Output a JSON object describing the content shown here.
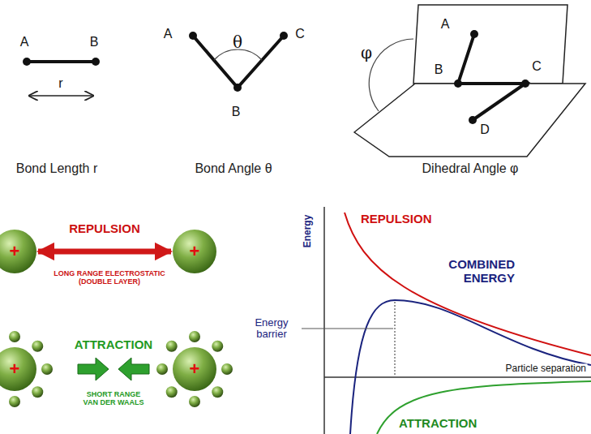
{
  "diagram": {
    "nodes": [
      {
        "text": [
          "+"
        ]
      },
      {
        "text": [
          "+"
        ]
      },
      {
        "text": [
          "+"
        ]
      },
      {
        "text": [
          "+"
        ]
      }
    ],
    "edges": [
      {
        "from": 0,
        "to": 1,
        "arrow": "both",
        "label": "REPULSION"
      }
    ],
    "labels": [
      "A",
      "B",
      "r",
      "Bond Length r",
      "A",
      "θ",
      "C",
      "B",
      "Bond Angle θ",
      "φ",
      "A",
      "B",
      "C",
      "D",
      "Dihedral Angle φ",
      "LONG RANGE ELECTROSTATIC (DOUBLE LAYER)",
      "ATTRACTION",
      "SHORT RANGE VAN DER WAALS",
      "Energy",
      "REPULSION",
      "COMBINED ENERGY",
      "Energy barrier",
      "Particle separation",
      "ATTRACTION"
    ]
  }
}
